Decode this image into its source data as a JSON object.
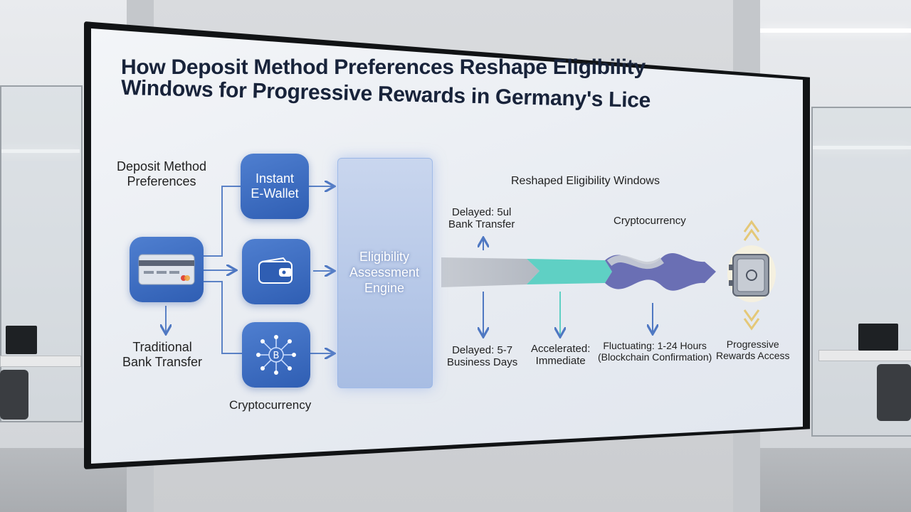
{
  "diagram": {
    "title_line1": "How Deposit Method Preferences Reshape Eligibility",
    "title_line2": "Windows for Progressive Rewards in Germany's Lice",
    "left_heading": "Deposit Method\nPreferences",
    "methods": {
      "ewallet_tile": "Instant\nE-Wallet",
      "bank_label": "Traditional\nBank Transfer",
      "crypto_label": "Cryptocurrency"
    },
    "engine_label": "Eligibility\nAssessment\nEngine",
    "right_heading": "Reshaped Eligibility Windows",
    "top_labels": {
      "delayed_top": "Delayed: 5ul\nBank Transfer",
      "crypto_top": "Cryptocurrency"
    },
    "bottom_labels": {
      "delayed": "Delayed: 5-7\nBusiness Days",
      "accelerated": "Accelerated:\nImmediate",
      "fluctuating": "Fluctuating: 1-24 Hours\n(Blockchain Confirmation)",
      "rewards": "Progressive\nRewards Access"
    },
    "colors": {
      "tile_blue": "#3566bd",
      "bar_gray": "#b9bec7",
      "bar_teal": "#5fd0c4",
      "wave_purple": "#6a6fb4",
      "arrow_blue": "#4f78c2"
    },
    "icons": [
      "credit-card-icon",
      "wallet-icon",
      "blockchain-icon",
      "vault-icon"
    ]
  }
}
